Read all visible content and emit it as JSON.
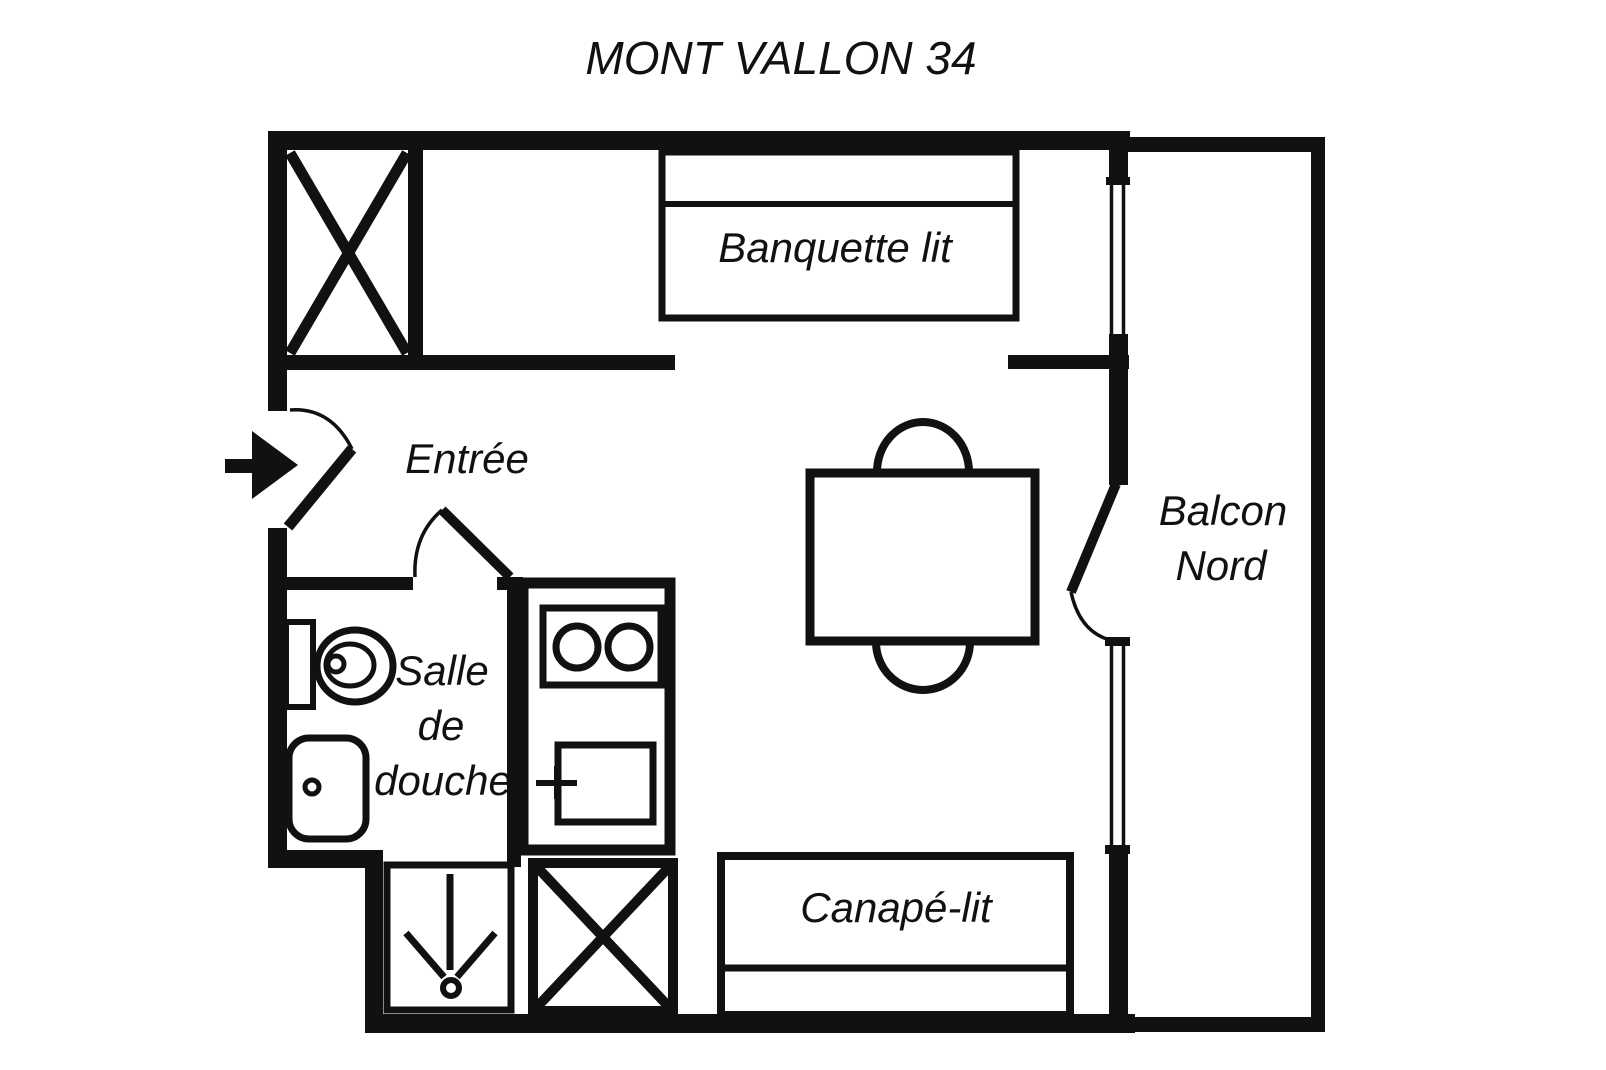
{
  "title": "MONT VALLON 34",
  "colors": {
    "line": "#111111",
    "background": "#ffffff"
  },
  "rooms": {
    "entree": {
      "label": "Entrée"
    },
    "salle_de_douche": {
      "lines": [
        "Salle",
        "de",
        "douche"
      ]
    },
    "balcon_nord": {
      "lines": [
        "Balcon",
        "Nord"
      ]
    }
  },
  "furniture": {
    "banquette_lit": {
      "label": "Banquette lit"
    },
    "canape_lit": {
      "label": "Canapé-lit"
    }
  }
}
